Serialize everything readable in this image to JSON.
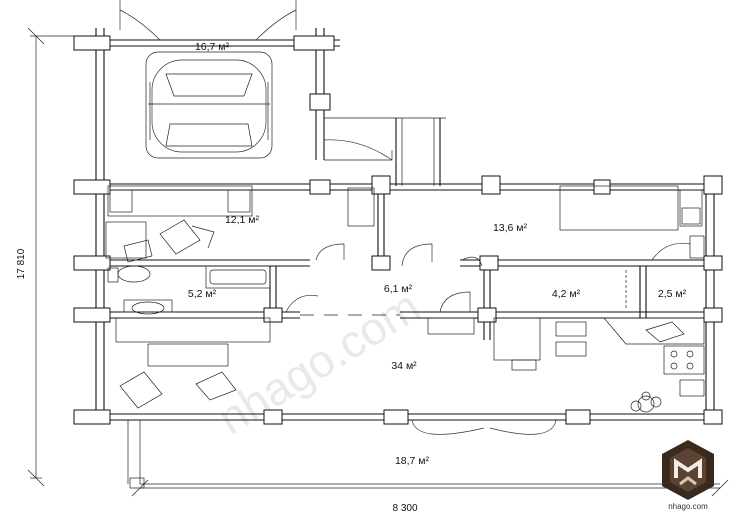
{
  "plan": {
    "rooms": {
      "garage": "16,7 м²",
      "bedroom_left": "12,1 м²",
      "bedroom_right": "13,6 м²",
      "bathroom": "5,2 м²",
      "hall": "6,1 м²",
      "closet": "4,2 м²",
      "storage": "2,5 м²",
      "living": "34 м²",
      "terrace": "18,7 м²"
    },
    "dimensions": {
      "width": "8 300",
      "height": "17 810"
    }
  },
  "brand": {
    "site": "nhago.com",
    "accent": "#3a2a1e"
  }
}
